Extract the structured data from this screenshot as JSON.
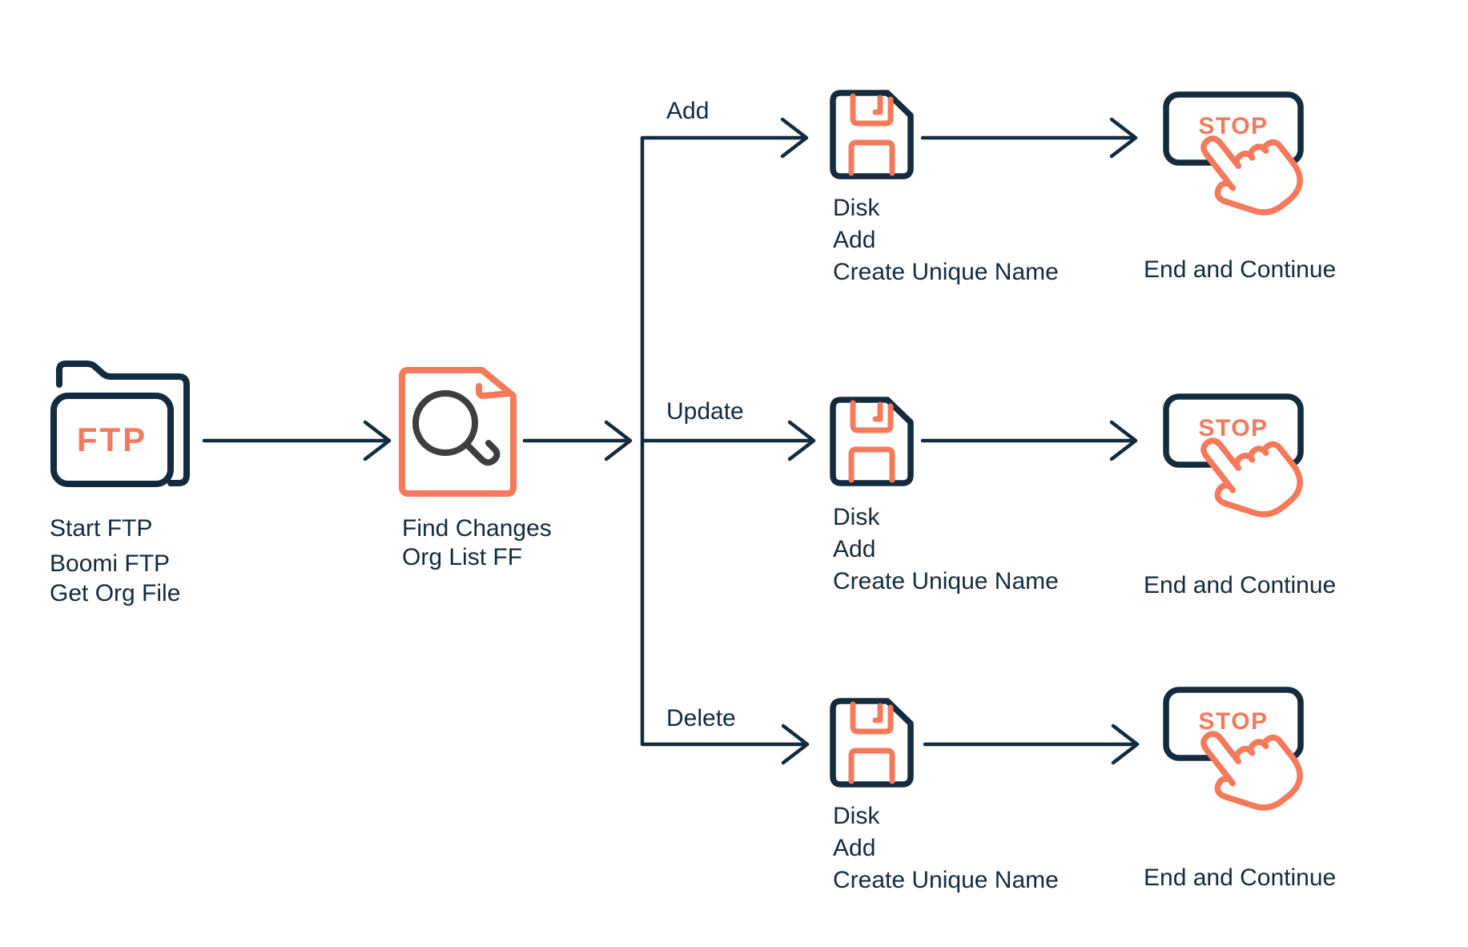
{
  "colors": {
    "navy": "#132B3D",
    "coral": "#F5795B",
    "magnifier_gray": "#3E3E3E",
    "background": "#FFFFFF"
  },
  "nodes": {
    "start": {
      "icon": "ftp-folder-icon",
      "icon_label": "FTP",
      "labels": [
        "Start FTP",
        "Boomi FTP",
        "Get Org File"
      ]
    },
    "find_changes": {
      "icon": "document-search-icon",
      "labels": [
        "Find Changes",
        "Org List FF"
      ]
    }
  },
  "branches": [
    {
      "label": "Add",
      "disk": {
        "icon": "floppy-disk-icon",
        "labels": [
          "Disk",
          "Add",
          "Create Unique Name"
        ]
      },
      "stop": {
        "icon": "stop-button-icon",
        "button_label": "STOP",
        "label": "End and Continue"
      }
    },
    {
      "label": "Update",
      "disk": {
        "icon": "floppy-disk-icon",
        "labels": [
          "Disk",
          "Add",
          "Create Unique Name"
        ]
      },
      "stop": {
        "icon": "stop-button-icon",
        "button_label": "STOP",
        "label": "End and Continue"
      }
    },
    {
      "label": "Delete",
      "disk": {
        "icon": "floppy-disk-icon",
        "labels": [
          "Disk",
          "Add",
          "Create Unique Name"
        ]
      },
      "stop": {
        "icon": "stop-button-icon",
        "button_label": "STOP",
        "label": "End and Continue"
      }
    }
  ]
}
